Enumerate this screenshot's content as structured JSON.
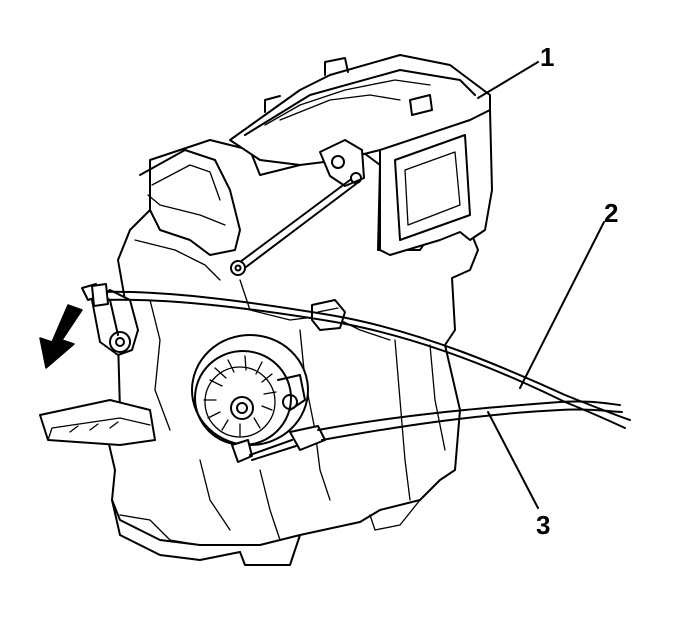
{
  "diagram": {
    "callouts": [
      {
        "id": "1",
        "label": "1"
      },
      {
        "id": "2",
        "label": "2"
      },
      {
        "id": "3",
        "label": "3"
      }
    ],
    "colors": {
      "line": "#000000",
      "background": "#ffffff"
    },
    "icons": [
      "removal-direction-arrow-icon"
    ]
  }
}
